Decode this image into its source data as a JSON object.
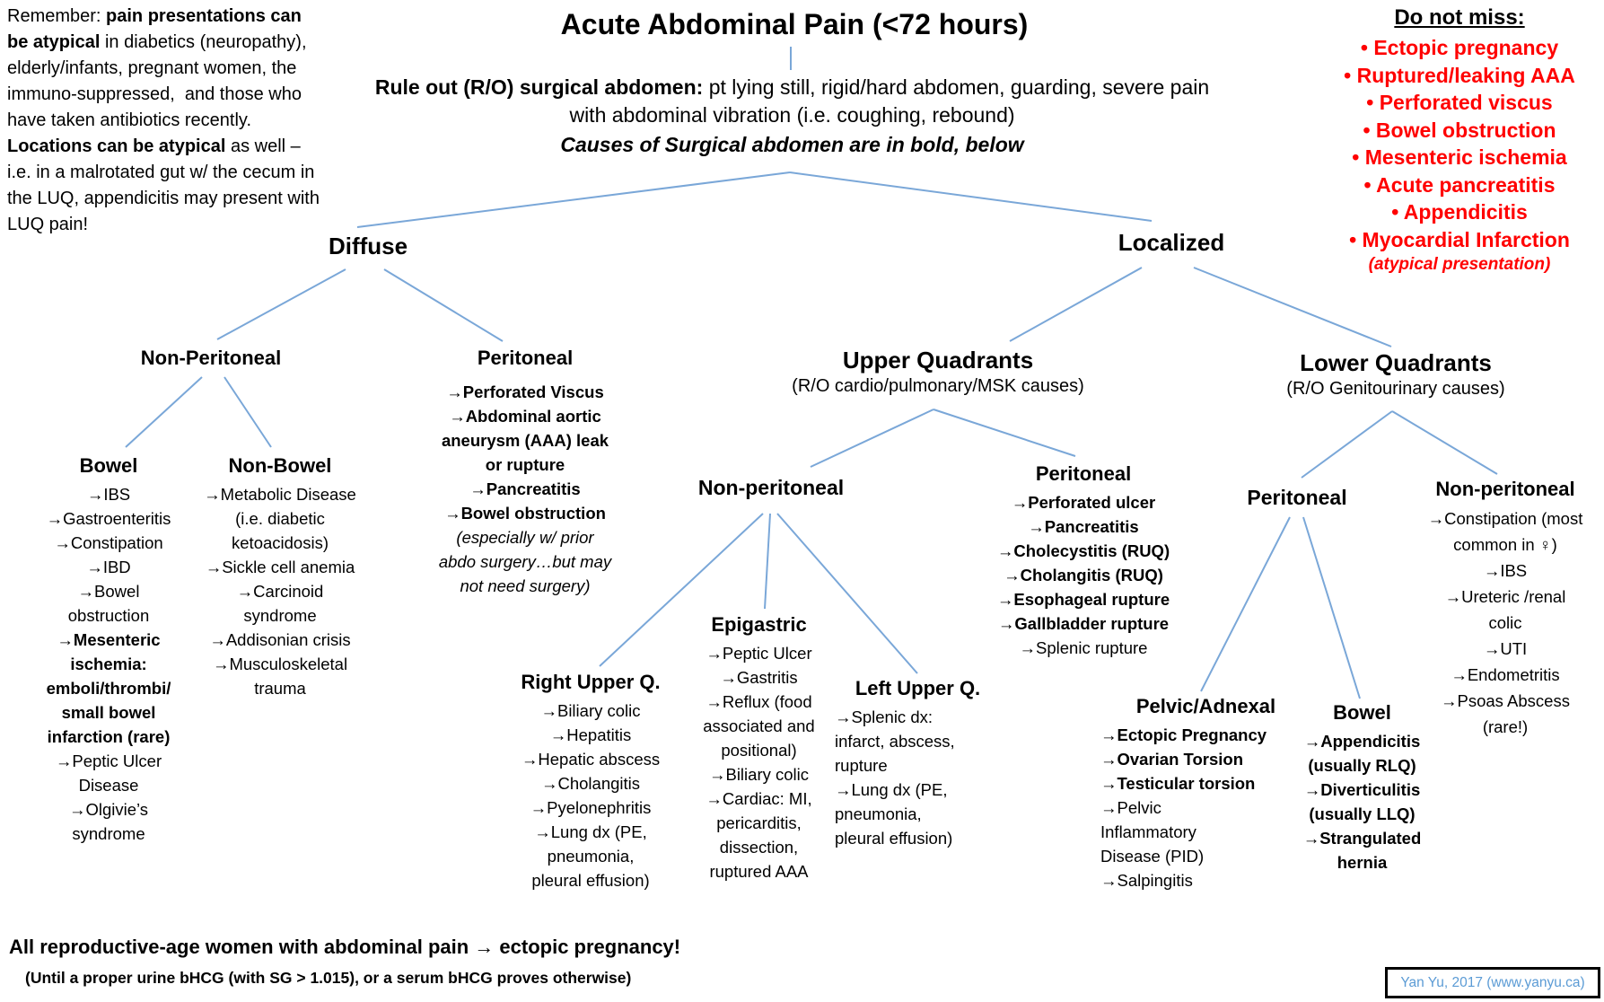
{
  "colors": {
    "line": "#7aa7d8",
    "red": "#ff0000",
    "credit": "#5b9bd5"
  },
  "note": {
    "segments": [
      {
        "t": "Remember: "
      },
      {
        "t": "pain presentations can be atypical",
        "b": true
      },
      {
        "t": " in diabetics (neuropathy), elderly/infants, pregnant women, the immuno-suppressed,  and those who have taken antibiotics recently.\n"
      },
      {
        "t": "Locations can be atypical",
        "b": true
      },
      {
        "t": " as well – i.e. in a malrotated gut w/ the cecum in the LUQ, appendicitis may present with LUQ pain!"
      }
    ]
  },
  "header": {
    "title": "Acute Abdominal Pain (<72 hours)",
    "rule_bold": "Rule out (R/O) surgical abdomen:",
    "rule_rest": " pt lying still, rigid/hard abdomen, guarding, severe pain with abdominal vibration (i.e. coughing, rebound)",
    "rule_note": "Causes of Surgical abdomen are in bold, below"
  },
  "do_not_miss": {
    "title": "Do not miss:",
    "items": [
      {
        "text": "Ectopic pregnancy",
        "bullet": true
      },
      {
        "text": "Ruptured/leaking AAA",
        "bullet": true
      },
      {
        "text": "Perforated viscus",
        "bullet": true
      },
      {
        "text": "Bowel obstruction",
        "bullet": true
      },
      {
        "text": "Mesenteric ischemia",
        "bullet": true
      },
      {
        "text": "Acute pancreatitis",
        "bullet": true
      },
      {
        "text": "Appendicitis",
        "bullet": true
      },
      {
        "text": "Myocardial Infarction",
        "bullet": true
      }
    ],
    "footnote": "(atypical presentation)"
  },
  "tree": {
    "diffuse": {
      "label": "Diffuse"
    },
    "localized": {
      "label": "Localized"
    },
    "non_peritoneal_diffuse": {
      "label": "Non-Peritoneal"
    },
    "bowel": {
      "label": "Bowel",
      "items": [
        {
          "text": "IBS",
          "arrow": true
        },
        {
          "text": "Gastroenteritis",
          "arrow": true
        },
        {
          "text": "Constipation",
          "arrow": true
        },
        {
          "text": "IBD",
          "arrow": true
        },
        {
          "text": "Bowel\nobstruction",
          "arrow": true
        },
        {
          "text": "Mesenteric\nischemia:\nemboli/thrombi/\nsmall bowel\ninfarction (rare)",
          "arrow": true,
          "bold": true
        },
        {
          "text": "Peptic Ulcer\nDisease",
          "arrow": true
        },
        {
          "text": "Olgivie’s\nsyndrome",
          "arrow": true
        }
      ]
    },
    "non_bowel": {
      "label": "Non-Bowel",
      "items": [
        {
          "text": "Metabolic Disease\n(i.e. diabetic\nketoacidosis)",
          "arrow": true
        },
        {
          "text": "Sickle cell anemia",
          "arrow": true
        },
        {
          "text": "Carcinoid\nsyndrome",
          "arrow": true
        },
        {
          "text": "Addisonian crisis",
          "arrow": true
        },
        {
          "text": "Musculoskeletal\ntrauma",
          "arrow": true
        }
      ]
    },
    "peritoneal_diffuse": {
      "label": "Peritoneal",
      "items": [
        {
          "text": "Perforated Viscus",
          "arrow": true,
          "bold": true
        },
        {
          "text": "Abdominal aortic\naneurysm (AAA) leak\nor rupture",
          "arrow": true,
          "bold": true
        },
        {
          "text": "Pancreatitis",
          "arrow": true,
          "bold": true
        },
        {
          "text": "Bowel obstruction",
          "arrow": true,
          "bold": true
        },
        {
          "text": "(especially w/ prior\nabdo surgery…but may\nnot need surgery)",
          "italic": true
        }
      ]
    },
    "upper_quadrants": {
      "label": "Upper Quadrants",
      "sub": "(R/O cardio/pulmonary/MSK causes)"
    },
    "non_peritoneal_upper": {
      "label": "Non-peritoneal"
    },
    "peritoneal_upper": {
      "label": "Peritoneal",
      "items": [
        {
          "text": "Perforated ulcer",
          "arrow": true,
          "bold": true
        },
        {
          "text": "Pancreatitis",
          "arrow": true,
          "bold": true
        },
        {
          "text": "Cholecystitis (RUQ)",
          "arrow": true,
          "bold": true
        },
        {
          "text": "Cholangitis (RUQ)",
          "arrow": true,
          "bold": true
        },
        {
          "text": "Esophageal rupture",
          "arrow": true,
          "bold": true
        },
        {
          "text": "Gallbladder rupture",
          "arrow": true,
          "bold": true
        },
        {
          "text": "Splenic rupture",
          "arrow": true
        }
      ]
    },
    "ruq": {
      "label": "Right Upper Q.",
      "items": [
        {
          "text": "Biliary colic",
          "arrow": true
        },
        {
          "text": "Hepatitis",
          "arrow": true
        },
        {
          "text": "Hepatic abscess",
          "arrow": true
        },
        {
          "text": "Cholangitis",
          "arrow": true
        },
        {
          "text": "Pyelonephritis",
          "arrow": true
        },
        {
          "text": "Lung dx (PE,\npneumonia,\npleural effusion)",
          "arrow": true
        }
      ]
    },
    "epigastric": {
      "label": "Epigastric",
      "items": [
        {
          "text": "Peptic Ulcer",
          "arrow": true
        },
        {
          "text": "Gastritis",
          "arrow": true
        },
        {
          "text": "Reflux (food\nassociated and\npositional)",
          "arrow": true
        },
        {
          "text": "Biliary colic",
          "arrow": true
        },
        {
          "text": "Cardiac: MI,\npericarditis,\ndissection,\nruptured AAA",
          "arrow": true
        }
      ]
    },
    "luq": {
      "label": "Left Upper Q.",
      "items": [
        {
          "text": "Splenic dx:\ninfarct, abscess,\nrupture",
          "arrow": true
        },
        {
          "text": "Lung dx (PE,\npneumonia,\npleural effusion)",
          "arrow": true
        }
      ]
    },
    "lower_quadrants": {
      "label": "Lower Quadrants",
      "sub": "(R/O Genitourinary causes)"
    },
    "peritoneal_lower": {
      "label": "Peritoneal"
    },
    "pelvic": {
      "label": "Pelvic/Adnexal",
      "items": [
        {
          "text": "Ectopic Pregnancy",
          "arrow": true,
          "bold": true
        },
        {
          "text": "Ovarian Torsion",
          "arrow": true,
          "bold": true
        },
        {
          "text": "Testicular torsion",
          "arrow": true,
          "bold": true
        },
        {
          "text": "Pelvic\nInflammatory\nDisease (PID)",
          "arrow": true
        },
        {
          "text": "Salpingitis",
          "arrow": true
        }
      ]
    },
    "bowel_lower": {
      "label": "Bowel",
      "items": [
        {
          "text": "Appendicitis\n(usually RLQ)",
          "arrow": true,
          "bold": true
        },
        {
          "text": "Diverticulitis\n(usually LLQ)",
          "arrow": true,
          "bold": true
        },
        {
          "text": "Strangulated\nhernia",
          "arrow": true,
          "bold": true
        }
      ]
    },
    "non_peritoneal_lower": {
      "label": "Non-peritoneal",
      "items": [
        {
          "text": "Constipation (most\ncommon in ♀)",
          "arrow": true
        },
        {
          "text": "IBS",
          "arrow": true
        },
        {
          "text": "Ureteric /renal\ncolic",
          "arrow": true
        },
        {
          "text": "UTI",
          "arrow": true
        },
        {
          "text": "Endometritis",
          "arrow": true
        },
        {
          "text": "Psoas Abscess\n(rare!)",
          "arrow": true
        }
      ]
    }
  },
  "footer": {
    "line1": "All reproductive-age women with abdominal pain → ectopic pregnancy!",
    "line2": "(Until a proper urine bHCG (with SG > 1.015), or a serum bHCG proves otherwise)"
  },
  "credit": "Yan Yu, 2017 (www.yanyu.ca)"
}
